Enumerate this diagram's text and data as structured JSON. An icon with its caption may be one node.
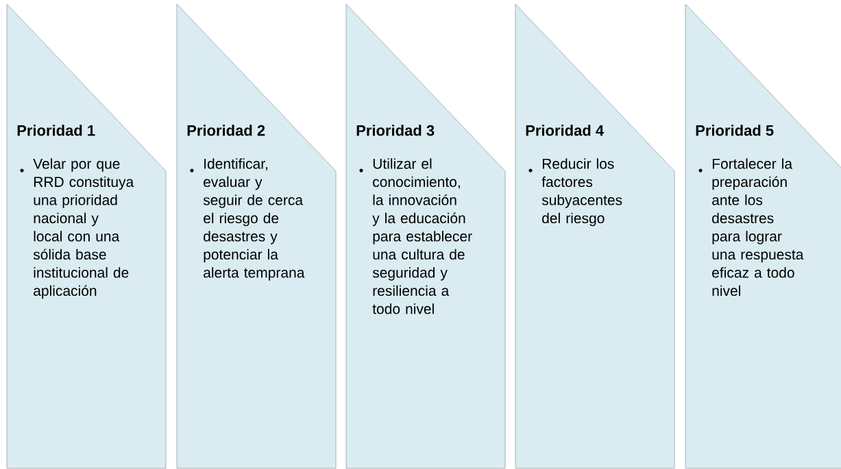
{
  "diagram": {
    "nodes": [
      {
        "text": [
          "Prioridad 1",
          "Velar por que RRD constituya una prioridad nacional y local con una sólida base institucional de aplicación"
        ]
      },
      {
        "text": [
          "Prioridad 2",
          "Identificar, evaluar y seguir de cerca el riesgo de desastres y potenciar la alerta temprana"
        ]
      },
      {
        "text": [
          "Prioridad 3",
          "Utilizar el conocimiento, la innovación y la educación para establecer una cultura de seguridad y resiliencia a todo nivel"
        ]
      },
      {
        "text": [
          "Prioridad 4",
          "Reducir los factores subyacentes del riesgo"
        ]
      },
      {
        "text": [
          "Prioridad 5",
          "Fortalecer la preparación ante los desastres para lograr una respuesta eficaz a todo nivel"
        ]
      }
    ]
  }
}
